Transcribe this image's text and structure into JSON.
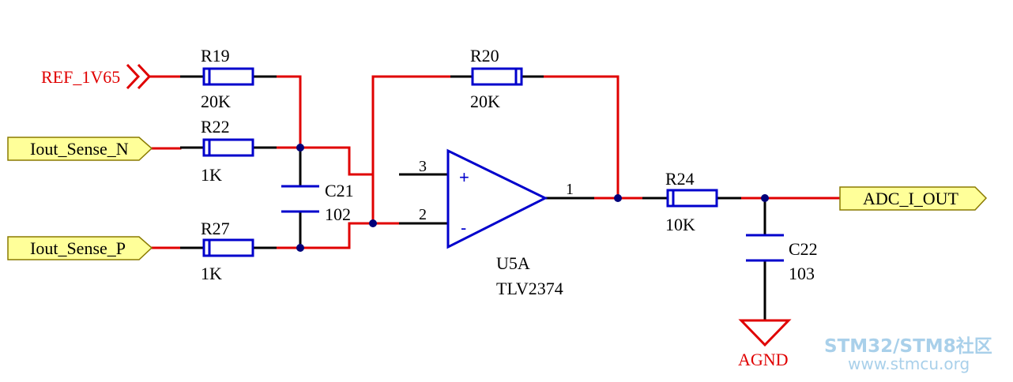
{
  "nets": {
    "ref": "REF_1V65",
    "sense_n": "Iout_Sense_N",
    "sense_p": "Iout_Sense_P",
    "adc_out": "ADC_I_OUT",
    "agnd": "AGND"
  },
  "components": {
    "r19": {
      "ref": "R19",
      "value": "20K"
    },
    "r22": {
      "ref": "R22",
      "value": "1K"
    },
    "r27": {
      "ref": "R27",
      "value": "1K"
    },
    "r20": {
      "ref": "R20",
      "value": "20K"
    },
    "r24": {
      "ref": "R24",
      "value": "10K"
    },
    "c21": {
      "ref": "C21",
      "value": "102"
    },
    "c22": {
      "ref": "C22",
      "value": "103"
    },
    "u5a": {
      "ref": "U5A",
      "part": "TLV2374",
      "pin_plus": "3",
      "pin_minus": "2",
      "pin_out": "1",
      "plus_sign": "+",
      "minus_sign": "-"
    }
  },
  "watermark": {
    "line1": "STM32/STM8社区",
    "line2": "www.stmcu.org"
  },
  "colors": {
    "wire": "#e00000",
    "component": "#0000cc",
    "junction": "#00007a",
    "port_fill": "#ffff99",
    "watermark": "#a9d0ea"
  }
}
